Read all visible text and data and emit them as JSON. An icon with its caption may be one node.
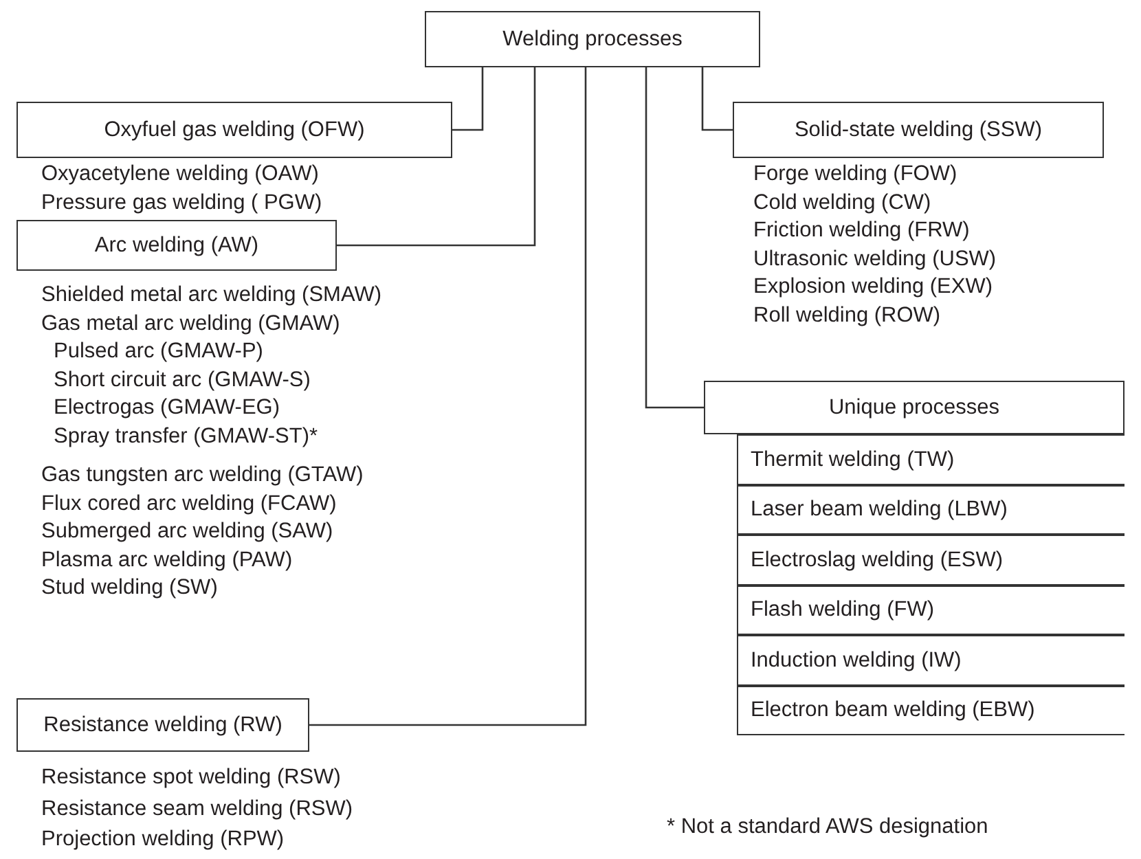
{
  "diagram": {
    "nodes": [
      {
        "text": [
          "Welding processes"
        ]
      },
      {
        "text": [
          "Oxyfuel gas welding (OFW)"
        ],
        "beside": [
          "Oxyacetylene welding (OAW)",
          "Pressure gas welding ( PGW)"
        ]
      },
      {
        "text": [
          "Arc welding (AW)"
        ],
        "beside": [
          "Shielded metal arc welding (SMAW)",
          "Gas metal arc welding (GMAW)",
          "Pulsed arc (GMAW-P)",
          "Short circuit arc (GMAW-S)",
          "Electrogas (GMAW-EG)",
          "Spray transfer (GMAW-ST)*",
          "Gas tungsten arc welding (GTAW)",
          "Flux cored arc welding (FCAW)",
          "Submerged arc welding (SAW)",
          "Plasma arc welding (PAW)",
          "Stud welding (SW)"
        ]
      },
      {
        "text": [
          "Resistance welding (RW)"
        ],
        "beside": [
          "Resistance spot welding (RSW)",
          "Resistance seam welding (RSW)",
          "Projection welding (RPW)"
        ]
      },
      {
        "text": [
          "Solid-state welding (SSW)"
        ],
        "beside": [
          "Forge welding (FOW)",
          "Cold welding (CW)",
          "Friction welding (FRW)",
          "Ultrasonic welding (USW)",
          "Explosion welding (EXW)",
          "Roll welding (ROW)"
        ]
      },
      {
        "text": [
          "Unique processes"
        ]
      },
      {
        "text": [
          "Thermit welding (TW)"
        ]
      },
      {
        "text": [
          "Laser beam welding (LBW)"
        ]
      },
      {
        "text": [
          "Electroslag welding (ESW)"
        ]
      },
      {
        "text": [
          "Flash welding (FW)"
        ]
      },
      {
        "text": [
          "Induction welding (IW)"
        ]
      },
      {
        "text": [
          "Electron beam welding (EBW)"
        ]
      }
    ],
    "edges": [
      {
        "from": 0,
        "to": 1,
        "arrow": "none"
      },
      {
        "from": 0,
        "to": 2,
        "arrow": "none"
      },
      {
        "from": 0,
        "to": 3,
        "arrow": "none"
      },
      {
        "from": 0,
        "to": 5,
        "arrow": "none"
      },
      {
        "from": 0,
        "to": 4,
        "arrow": "none"
      }
    ],
    "labels": [
      "* Not a standard AWS designation"
    ]
  }
}
